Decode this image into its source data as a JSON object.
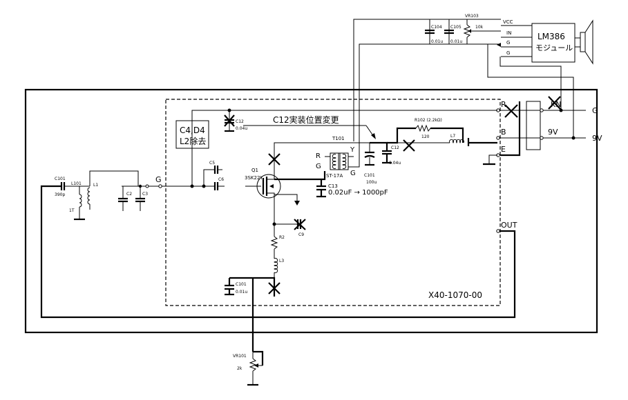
{
  "labels": {
    "vcc": "VCC",
    "vr103": "VR103",
    "vr103_val": "10k",
    "c104": "C104",
    "c104_val": "0.01u",
    "c105": "C105",
    "c105_val": "0.01u",
    "amp_title": "LM386",
    "amp_sub": "モジュール",
    "amp_pin_in": "IN",
    "amp_pin_g1": "G",
    "amp_pin_g2": "G",
    "term_r": "R",
    "term_b": "B",
    "term_e": "E",
    "term_out": "OUT",
    "ext_g": "G",
    "ext_9v_a": "9V",
    "ext_9v_b": "9V",
    "kn": "KN",
    "removed_note_1": "C4,D4",
    "removed_note_2": "L2除去",
    "c12_top": "C12",
    "c12_top_val": "0.04u",
    "c12_note": "C12実装位置変更",
    "t101": "T101",
    "t101_r": "R",
    "t101_g": "G",
    "t101_y": "Y",
    "t101_g2": "G",
    "st17a": "ST-17A",
    "r102": "R102 (2.2kΩ)",
    "r102_val": "120",
    "l7": "L7",
    "c12_new": "C12",
    "c12_new_val": "0.04u",
    "c101_top": "C101",
    "c101_top_val": "100u",
    "c5": "C5",
    "c6": "C6",
    "q1": "Q1",
    "q1_part": "3SK22Y",
    "c13": "C13",
    "c13_note": "0.02uF → 1000pF",
    "c9": "C9",
    "r2": "R2",
    "l3": "L3",
    "c101_low": "C101",
    "c101_low_val": "0.01u",
    "g_in": "G",
    "c101_in": "C101",
    "c101_in_val": "390p",
    "l101": "L101",
    "l101_turns": "1T",
    "l1": "L1",
    "c2": "C2",
    "c3": "C3",
    "board_id": "X40-1070-00",
    "vr101": "VR101",
    "vr101_val": "2k"
  }
}
